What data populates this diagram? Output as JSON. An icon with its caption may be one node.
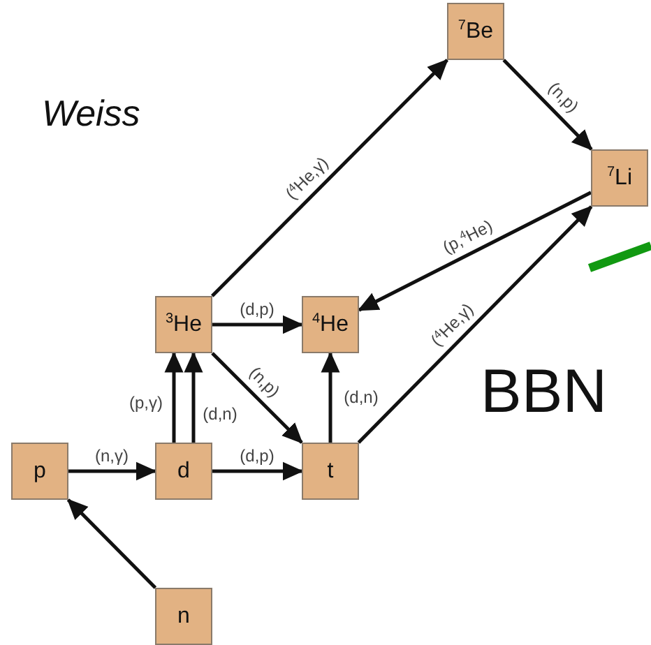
{
  "diagram": {
    "nodes": [
      {
        "text": [
          "p"
        ]
      },
      {
        "text": [
          "d"
        ]
      },
      {
        "text": [
          "t"
        ]
      },
      {
        "text": [
          "$^{3}$He"
        ]
      },
      {
        "text": [
          "$^{4}$He"
        ]
      },
      {
        "text": [
          "$^{7}$Be"
        ]
      },
      {
        "text": [
          "$^{7}$Li"
        ]
      },
      {
        "text": [
          "n"
        ]
      }
    ],
    "edges": [
      {
        "from": 7,
        "to": 0,
        "arrow": "to"
      },
      {
        "from": 0,
        "to": 1,
        "arrow": "to",
        "label": "(n,γ)"
      },
      {
        "from": 1,
        "to": 3,
        "arrow": "to",
        "label": "(p,γ)"
      },
      {
        "from": 1,
        "to": 3,
        "arrow": "to",
        "label": "(d,n)"
      },
      {
        "from": 1,
        "to": 2,
        "arrow": "to",
        "label": "(d,p)"
      },
      {
        "from": 3,
        "to": 4,
        "arrow": "to",
        "label": "(d,p)"
      },
      {
        "from": 3,
        "to": 2,
        "arrow": "to",
        "label": "(n,p)"
      },
      {
        "from": 2,
        "to": 4,
        "arrow": "to",
        "label": "(d,n)"
      },
      {
        "from": 3,
        "to": 5,
        "arrow": "to",
        "label": "($^{4}$He,γ)"
      },
      {
        "from": 5,
        "to": 6,
        "arrow": "to",
        "label": "(n,p)"
      },
      {
        "from": 6,
        "to": 4,
        "arrow": "to",
        "label": "(p,$^{4}$He)"
      },
      {
        "from": 2,
        "to": 6,
        "arrow": "to",
        "label": "($^{4}$He,γ)"
      }
    ],
    "labels": [
      "Weiss",
      "BBN"
    ]
  }
}
